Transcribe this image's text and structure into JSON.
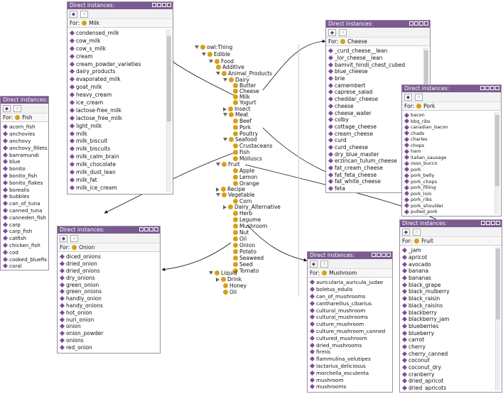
{
  "panels": {
    "milk": {
      "title": "Direct instances:",
      "for_label": "For:",
      "class_name": "Milk",
      "items": [
        "condensed_milk",
        "cow_milk",
        "cow_s_milk",
        "cream",
        "cream_powder_varieties",
        "dairy_products",
        "evaporated_milk",
        "goat_milk",
        "heavy_cream",
        "ice_cream",
        "lactose-free_milk",
        "lactose_free_milk",
        "light_milk",
        "milk",
        "milk_biscuit",
        "milk_biscuits",
        "milk_calm_brain",
        "milk_chocolate",
        "milk_dust_lean",
        "milk_fat",
        "milk_ice_cream"
      ]
    },
    "cheese": {
      "title": "Direct instances:",
      "for_label": "For:",
      "class_name": "Cheese",
      "items": [
        "_curd_cheese__lean",
        "_lor_cheese__lean",
        "bamvit_hindi_chest_cubed",
        "blue_cheese",
        "brie",
        "camembert",
        "caprese_salad",
        "cheddar_cheese",
        "cheese",
        "cheese_water",
        "colby",
        "cottage_cheese",
        "cream_cheese",
        "curd",
        "curd_cheese",
        "dry_blue_master",
        "erzincan_tulum_cheese",
        "fat_cream_cheese",
        "fat_feta_cheese",
        "fat_white_cheese",
        "feta"
      ]
    },
    "fish": {
      "title": "Direct instances:",
      "for_label": "For:",
      "class_name": "Fish",
      "items": [
        "acorn_fish",
        "anchovies",
        "anchovy",
        "anchovy_fillets",
        "barramundi",
        "blue",
        "bonito",
        "bonito_fish",
        "bonito_flakes",
        "borealis",
        "bubbles",
        "can_of_tuna",
        "canned_tuna",
        "canneden_fish",
        "carp",
        "carp_fish",
        "catfish",
        "chicken_fish",
        "cod",
        "cooked_bluefish",
        "coral"
      ]
    },
    "pork": {
      "title": "Direct instances:",
      "for_label": "For:",
      "class_name": "Pork",
      "items": [
        "bacon",
        "bbq_ribs",
        "canadian_bacon",
        "chads",
        "charles",
        "chops",
        "ham",
        "italian_sausage",
        "osso_bucco",
        "pork",
        "pork_belly",
        "pork_chops",
        "pork_filling",
        "pork_loin",
        "pork_ribs",
        "pork_shoulder",
        "pulled_pork"
      ]
    },
    "onion": {
      "title": "Direct instances:",
      "for_label": "For:",
      "class_name": "Onion",
      "items": [
        "diced_onions",
        "dried_onion",
        "dried_onions",
        "dry_onions",
        "green_onion",
        "green_onions",
        "handly_onion",
        "handy_onions",
        "hot_onion",
        "nuri_onion",
        "onion",
        "onion_powder",
        "onions",
        "red_onion"
      ]
    },
    "mushroom": {
      "title": "Direct instances:",
      "for_label": "For:",
      "class_name": "Mushroom",
      "items": [
        "auricularia_auricula_judae",
        "boletus_edulis",
        "can_of_mushrooms",
        "canthareillus_cibarius",
        "cultural_mushroom",
        "cultural_mushrooms",
        "culture_mushroom",
        "culture_mushroom_canned",
        "cultured_mushroom",
        "dried_mushrooms",
        "firmis",
        "flammulina_velutipes",
        "lactarius_deliciosus",
        "morchella_esculenta",
        "mushroom",
        "mushrooms"
      ]
    },
    "fruit": {
      "title": "Direct instances:",
      "for_label": "For:",
      "class_name": "Fruit",
      "items": [
        "_jam",
        "apricot",
        "avocado",
        "banana",
        "bananas",
        "black_grape",
        "black_mulberry",
        "black_raisin",
        "black_raisins",
        "blackberry",
        "blackberry_jam",
        "blueberries",
        "blueberry",
        "carrot",
        "cherry",
        "cherry_canned",
        "coconut",
        "coconut_dry",
        "cranberry",
        "dried_apricot",
        "dried_apricots"
      ]
    }
  },
  "tree": {
    "owl_thing": "owl:Thing",
    "edible": "Edible",
    "food": "Food",
    "additive": "Additive",
    "animal_products": "Animal_Products",
    "dairy": "Dairy",
    "butter": "Butter",
    "cheese": "Cheese",
    "milk": "Milk",
    "yogurt": "Yogurt",
    "insect": "Insect",
    "meat": "Meat",
    "beef": "Beef",
    "pork": "Pork",
    "poultry": "Poultry",
    "seafood": "Seafood",
    "crustaceans": "Crustaceans",
    "fish": "Fish",
    "molluscs": "Molluscs",
    "fruit": "Fruit",
    "apple": "Apple",
    "lemon": "Lemon",
    "orange": "Orange",
    "recipe": "Recipe",
    "vegetable": "Vegetable",
    "corn": "Corn",
    "dairy_alternative": "Dairy_Alternative",
    "herb": "Herb",
    "legume": "Legume",
    "mushroom": "Mushroom",
    "nut": "Nut",
    "oil_veg": "Oil",
    "onion": "Onion",
    "potato": "Potato",
    "seaweed": "Seaweed",
    "seed": "Seed",
    "tomato": "Tomato",
    "liquid": "Liquid",
    "drink": "Drink",
    "honey": "Honey",
    "oil": "Oil"
  },
  "colors": {
    "titlebar": "#7a5a8f",
    "class_dot": "#d4a017",
    "instance_diamond": "#7b4e95"
  },
  "icons": {
    "add_instance": "add-instance-icon",
    "delete_instance": "delete-instance-icon",
    "class": "class-dot-icon",
    "instance": "instance-diamond-icon"
  }
}
